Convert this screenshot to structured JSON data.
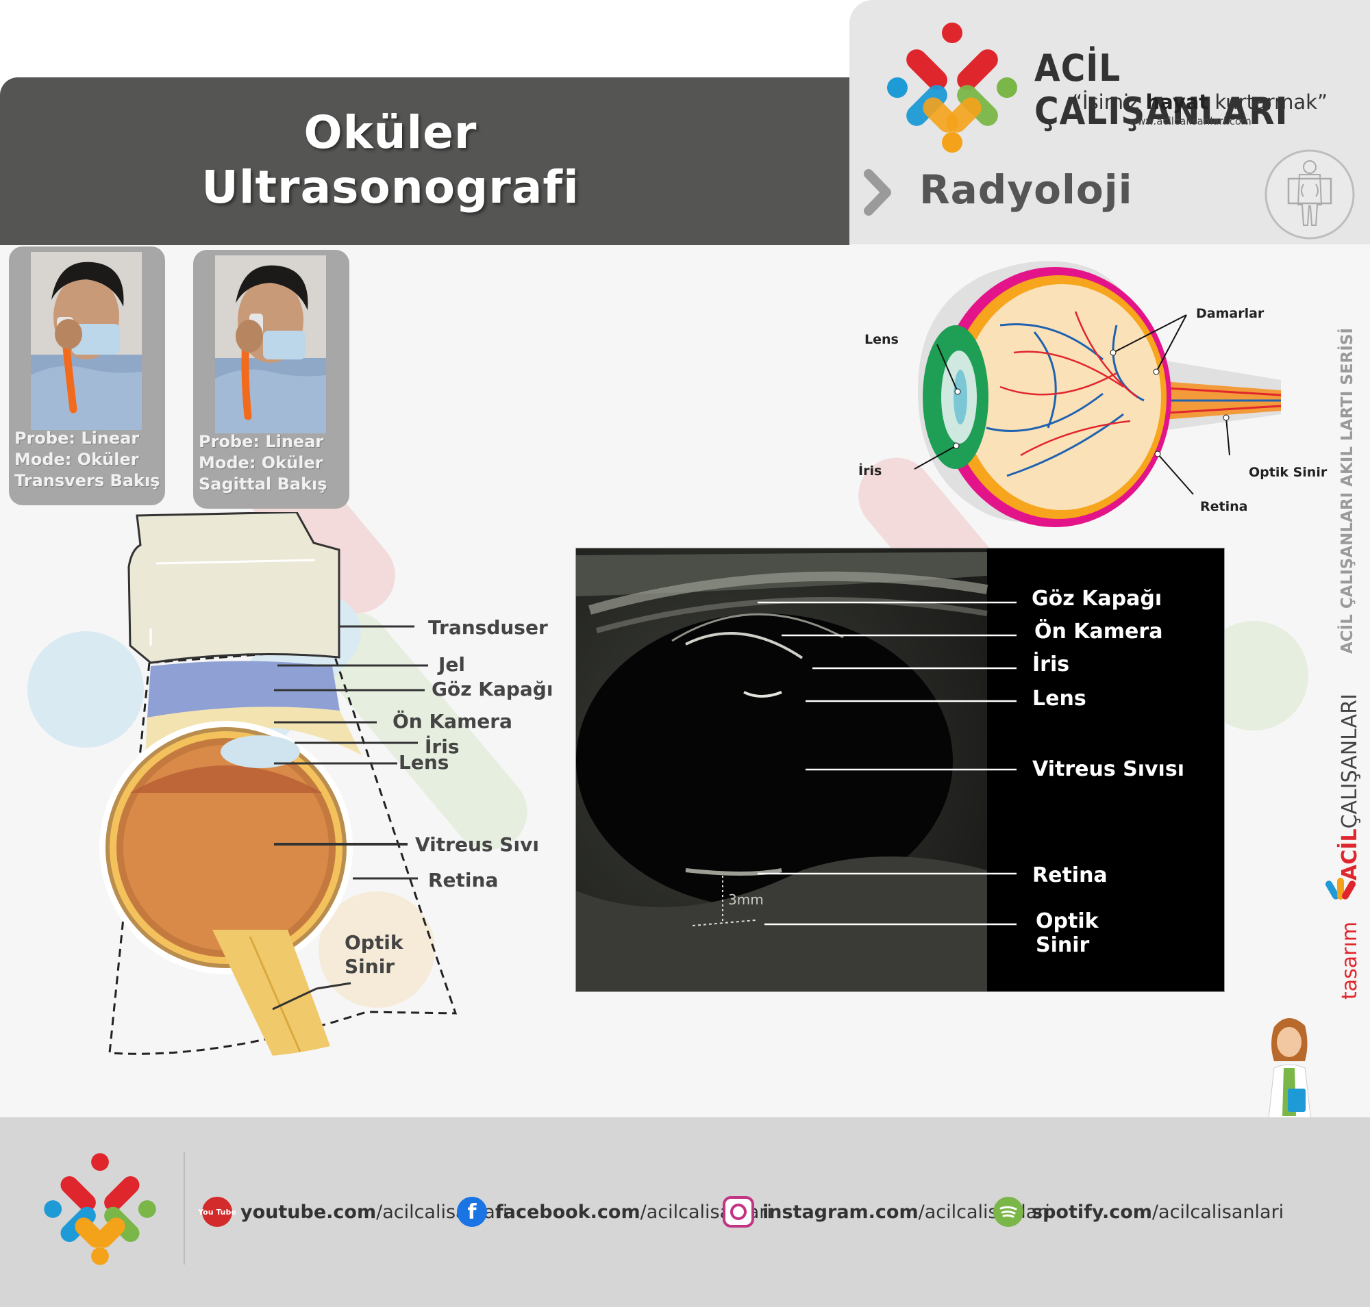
{
  "header": {
    "title_line1": "Oküler",
    "title_line2": "Ultrasonografi",
    "section": "Radyoloji"
  },
  "brand": {
    "name": "ACİL ÇALIŞANLARI",
    "slogan_pre": "“İşimiz ",
    "slogan_bold": "hayat",
    "slogan_post": " kurtarmak”",
    "url": "www.acilcalisanlari.com"
  },
  "thumbnails": [
    {
      "line1": "Probe: Linear",
      "line2": "Mode: Oküler",
      "line3": "Transvers Bakış"
    },
    {
      "line1": "Probe: Linear",
      "line2": "Mode: Oküler",
      "line3": "Sagittal Bakış"
    }
  ],
  "schematic_labels": {
    "transduser": "Transduser",
    "jel": "Jel",
    "goz_kapagi": "Göz Kapağı",
    "on_kamera": "Ön Kamera",
    "iris": "İris",
    "lens": "Lens",
    "vitreus": "Vitreus Sıvı",
    "retina": "Retina",
    "optik_line1": "Optik",
    "optik_line2": "Sinir"
  },
  "ultrasound_labels": {
    "goz_kapagi": "Göz Kapağı",
    "on_kamera": "Ön Kamera",
    "iris": "İris",
    "lens": "Lens",
    "vitreus": "Vitreus Sıvısı",
    "retina": "Retina",
    "optik_line1": "Optik",
    "optik_line2": "Sinir",
    "measure": "3mm"
  },
  "eye_labels": {
    "lens": "Lens",
    "iris": "İris",
    "damarlar": "Damarlar",
    "optik": "Optik Sinir",
    "retina": "Retina"
  },
  "vertical": {
    "series": "ACİL ÇALIŞANLARI AKIL LARTI SERİSİ",
    "tasarim": "tasarım",
    "tasarim_acil": "ACİL",
    "tasarim_rest": "ÇALIŞANLARI"
  },
  "footer": {
    "youtube_bold": "youtube.com",
    "youtube_rest": "/acilcalisanlari",
    "youtube_icon_text": "You Tube",
    "facebook_bold": "facebook.com",
    "facebook_rest": "/acilcalisanlari",
    "instagram_bold": "instagram.com",
    "instagram_rest": "/acilcalisanlari",
    "spotify_bold": "spotify.com",
    "spotify_rest": "/acilcalisanlari"
  },
  "colors": {
    "logo_red": "#e0262d",
    "logo_green": "#7ab648",
    "logo_blue": "#1e9ad6",
    "logo_orange": "#f5a21b",
    "title_band": "#555553",
    "footer": "#d6d6d6"
  }
}
